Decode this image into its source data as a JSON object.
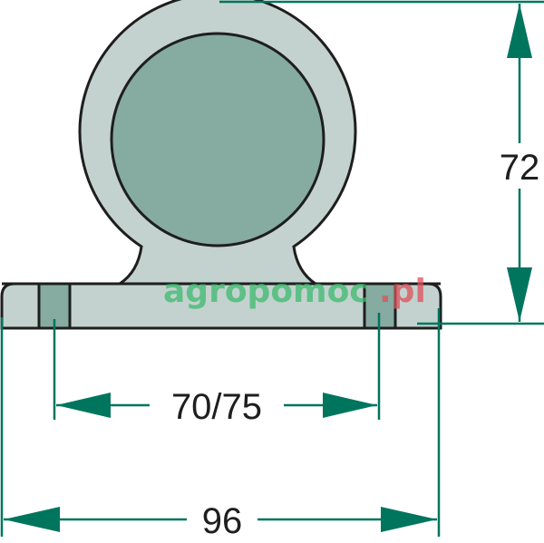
{
  "dimensions": {
    "height": "72",
    "hole_spacing": "70/75",
    "width": "96"
  },
  "watermark": {
    "text": "agropomoc",
    "suffix": ".pl"
  },
  "colors": {
    "body": "#c3d2ce",
    "bore": "#86aba0",
    "slot": "#86aba0",
    "dimension": "#00755e",
    "outline": "#1e1e1e"
  }
}
